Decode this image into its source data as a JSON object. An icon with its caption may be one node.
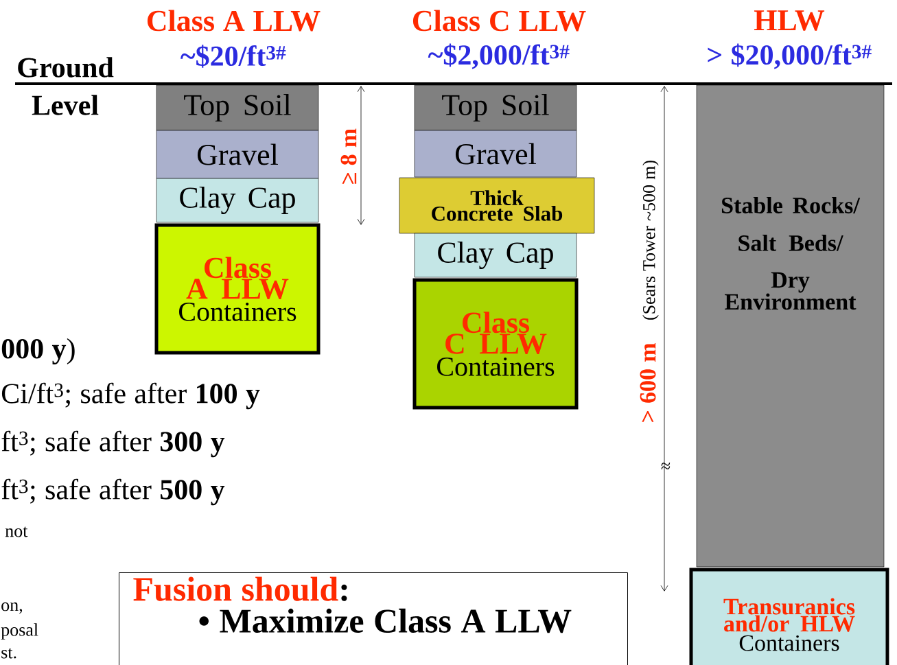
{
  "diagram": {
    "nodes": [
      {
        "text": [
          "Top Soil"
        ]
      },
      {
        "text": [
          "Gravel"
        ]
      },
      {
        "text": [
          "Clay Cap"
        ]
      },
      {
        "text": [
          "Class A LLW",
          "Containers"
        ]
      },
      {
        "text": [
          "Top Soil"
        ]
      },
      {
        "text": [
          "Gravel"
        ]
      },
      {
        "text": [
          "Thick Concrete Slab"
        ]
      },
      {
        "text": [
          "Clay Cap"
        ]
      },
      {
        "text": [
          "Class C LLW",
          "Containers"
        ]
      },
      {
        "text": [
          "Stable Rocks/",
          "Salt Beds/",
          "Dry Environment"
        ]
      },
      {
        "text": [
          "Transuranics and/or HLW",
          "Containers"
        ]
      },
      {
        "text": [
          "Fusion should",
          ":",
          "• Maximize Class A LLW"
        ]
      }
    ],
    "labels": [
      "Class A LLW",
      "~$20/ft$^{3#}$",
      "Class C LLW",
      "~$2,000/ft$^{3#}$",
      "HLW",
      "> $20,000/ft$^{3#}$",
      "Ground",
      "Level",
      "≥ 8 m",
      "(Sears Tower ~500 m)",
      "> 600 m",
      "≈",
      "**000 y**)",
      "Ci/ft$^{3}$; safe after **100 y**",
      "ft$^{3}$; safe after **300 y**",
      "ft$^{3}$; safe after **500 y**",
      "not",
      "on,",
      "posal",
      "st."
    ]
  }
}
